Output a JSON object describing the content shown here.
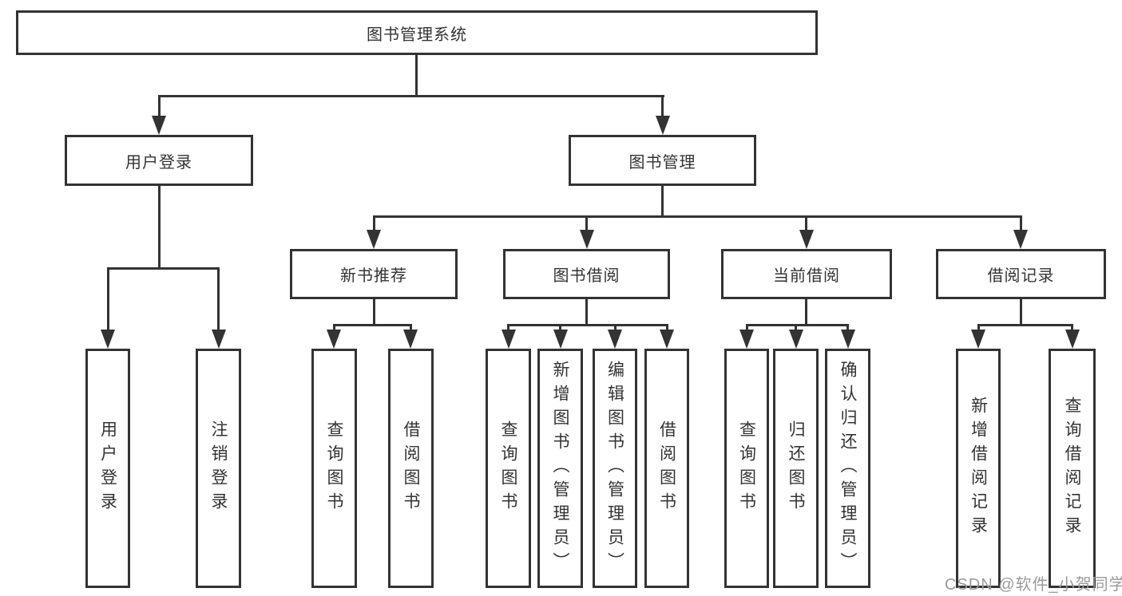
{
  "diagram": {
    "title": "图书管理系统",
    "watermark": "CSDN @软件_小贺同学",
    "colors": {
      "line": "#333333",
      "box_border": "#333333",
      "box_fill": "#ffffff",
      "text": "#333333",
      "watermark": "#9a9a9a",
      "background": "#ffffff"
    },
    "nodes": {
      "root": "图书管理系统",
      "user_login": "用户登录",
      "book_mgmt": "图书管理",
      "new_book_rec": "新书推荐",
      "book_borrow": "图书借阅",
      "current_borrow": "当前借阅",
      "borrow_records": "借阅记录",
      "ul_login": "用户登录",
      "ul_logout": "注销登录",
      "nbr_query": "查询图书",
      "nbr_borrow": "借阅图书",
      "bb_query": "查询图书",
      "bb_add": "新增图书（管理员）",
      "bb_edit": "编辑图书（管理员）",
      "bb_borrow": "借阅图书",
      "cb_query": "查询图书",
      "cb_return": "归还图书",
      "cb_confirm": "确认归还（管理员）",
      "br_add": "新增借阅记录",
      "br_query": "查询借阅记录"
    },
    "structure": [
      {
        "parent": "图书管理系统",
        "children": [
          "用户登录",
          "图书管理"
        ]
      },
      {
        "parent": "用户登录",
        "children": [
          "用户登录",
          "注销登录"
        ]
      },
      {
        "parent": "图书管理",
        "children": [
          "新书推荐",
          "图书借阅",
          "当前借阅",
          "借阅记录"
        ]
      },
      {
        "parent": "新书推荐",
        "children": [
          "查询图书",
          "借阅图书"
        ]
      },
      {
        "parent": "图书借阅",
        "children": [
          "查询图书",
          "新增图书（管理员）",
          "编辑图书（管理员）",
          "借阅图书"
        ]
      },
      {
        "parent": "当前借阅",
        "children": [
          "查询图书",
          "归还图书",
          "确认归还（管理员）"
        ]
      },
      {
        "parent": "借阅记录",
        "children": [
          "新增借阅记录",
          "查询借阅记录"
        ]
      }
    ]
  }
}
